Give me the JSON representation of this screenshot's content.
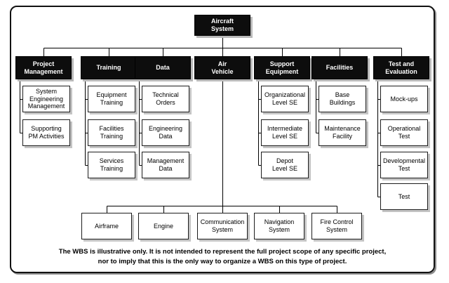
{
  "root": {
    "label": "Aircraft\nSystem"
  },
  "branches": [
    {
      "label": "Project\nManagement",
      "children": [
        "System\nEngineering\nManagement",
        "Supporting\nPM Activities"
      ]
    },
    {
      "label": "Training",
      "children": [
        "Equipment\nTraining",
        "Facilities\nTraining",
        "Services\nTraining"
      ]
    },
    {
      "label": "Data",
      "children": [
        "Technical\nOrders",
        "Engineering\nData",
        "Management\nData"
      ]
    },
    {
      "label": "Air\nVehicle",
      "children": [
        "Airframe",
        "Engine",
        "Communication\nSystem",
        "Navigation\nSystem",
        "Fire Control\nSystem"
      ]
    },
    {
      "label": "Support\nEquipment",
      "children": [
        "Organizational\nLevel SE",
        "Intermediate\nLevel SE",
        "Depot\nLevel SE"
      ]
    },
    {
      "label": "Facilities",
      "children": [
        "Base\nBuildings",
        "Maintenance\nFacility"
      ]
    },
    {
      "label": "Test and\nEvaluation",
      "children": [
        "Mock-ups",
        "Operational\nTest",
        "Developmental\nTest",
        "Test"
      ]
    }
  ],
  "footnote": {
    "line1": "The WBS is illustrative only. It is not intended to represent the full project scope of any specific project,",
    "line2": "nor to imply that this is the only way to organize a WBS on this type of project."
  },
  "colors": {
    "node_fill": "#0d0d0d",
    "node_text": "#ffffff",
    "connector": "#000000",
    "shadow": "#b9b9b9"
  }
}
